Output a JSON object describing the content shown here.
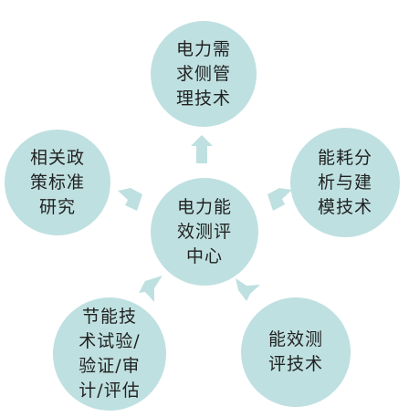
{
  "diagram": {
    "center": {
      "label": "电力能\n效测评\n中心"
    },
    "nodes": {
      "top": {
        "label": "电力需\n求侧管\n理技术"
      },
      "right": {
        "label": "能耗分\n析与建\n模技术"
      },
      "left": {
        "label": "相关政\n策标准\n研究"
      },
      "bottom_left": {
        "label": "节能技\n术试验/\n验证/审\n计/评估"
      },
      "bottom_right": {
        "label": "能效测\n评技术"
      }
    },
    "colors": {
      "circle_fill": "#bfe0e0",
      "arrow_fill": "#bfe0e0",
      "text": "#222222"
    }
  }
}
